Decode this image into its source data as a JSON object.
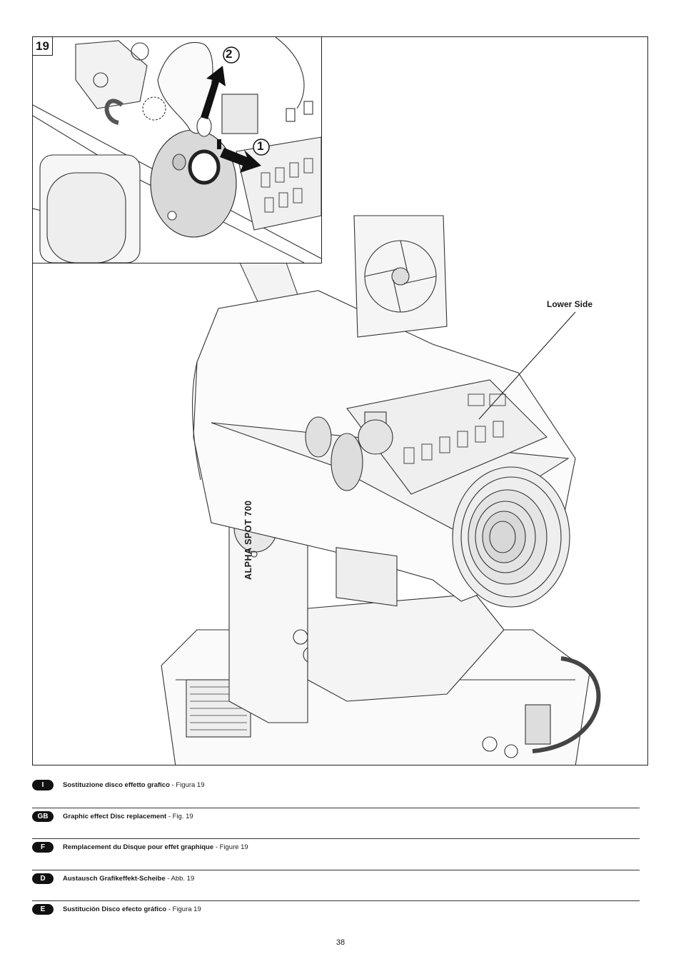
{
  "figure": {
    "number": "19",
    "callout_label": "Lower Side",
    "product_label": "ALPHA SPOT 700",
    "step_1": "1",
    "step_2": "2"
  },
  "languages": [
    {
      "code": "I",
      "title": "Sostituzione disco effetto grafico",
      "ref": " - Figura 19"
    },
    {
      "code": "GB",
      "title": "Graphic effect Disc replacement",
      "ref": " - Fig. 19"
    },
    {
      "code": "F",
      "title": "Remplacement du Disque pour effet graphique",
      "ref": " - Figure 19"
    },
    {
      "code": "D",
      "title": "Austausch Grafikeffekt-Scheibe",
      "ref": " - Abb. 19"
    },
    {
      "code": "E",
      "title": "Sustitución Disco efecto gráfico",
      "ref": " - Figura 19"
    }
  ],
  "page_number": "38"
}
